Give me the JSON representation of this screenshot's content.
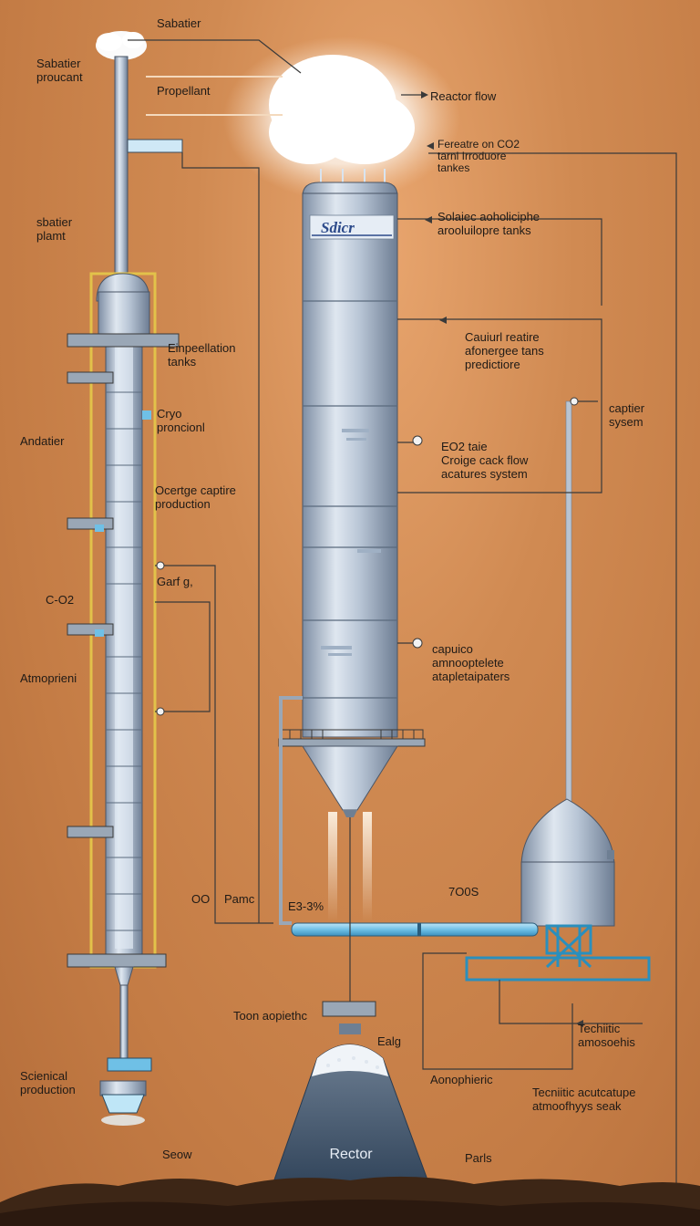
{
  "labels": {
    "sabatier_top": "Sabatier",
    "sabatier_proucant": "Sabatier\nproucant",
    "propellant": "Propellant",
    "reactor_flow": "Reactor flow",
    "co2_tanks": "Fereatre on CO2\ntarnl Irroduore\ntankes",
    "sbatier_plamt": "sbatier\nplamt",
    "tank_title": "Sdicr",
    "solaiec": "Solaiec aoholiciphe\narooluilopre tanks",
    "einpeellation": "Einpeellation\ntanks",
    "cauiurl": "Cauiurl reatire\nafonergee tans\npredictiore",
    "cryo": "Cryo\nproncionl",
    "captier_system": "captier\nsysem",
    "andatier": "Andatier",
    "eo2_taie": "EO2 taie\nCroige cack flow\nacatures system",
    "ocertge": "Ocertge captire\nproduction",
    "garfg": "Garf g,",
    "co2_left": "C-O2",
    "atmoprieni": "Atmoprieni",
    "capuico": "capuico\namnooptelete\natapletaipaters",
    "oo": "OO",
    "pamc": "Pamc",
    "e3": "E3-3%",
    "toos": "7O0S",
    "toon": "Toon aopiethc",
    "ealg": "Ealg",
    "technitic_amo": "Techiitic\namosoehis",
    "scienical": "Scienical\nproduction",
    "aonophieric": "Aonophieric",
    "technitic_acu": "Tecniitic acutcatupe\natmoofhyys seak",
    "seow": "Seow",
    "reactor": "Rector",
    "parls": "Parls"
  },
  "colors": {
    "background": "#c47c45",
    "pipe_blue": "#7cc6ea",
    "steel": "#b8c4d2",
    "line": "#3a3a3a",
    "ground": "#3d2616"
  }
}
